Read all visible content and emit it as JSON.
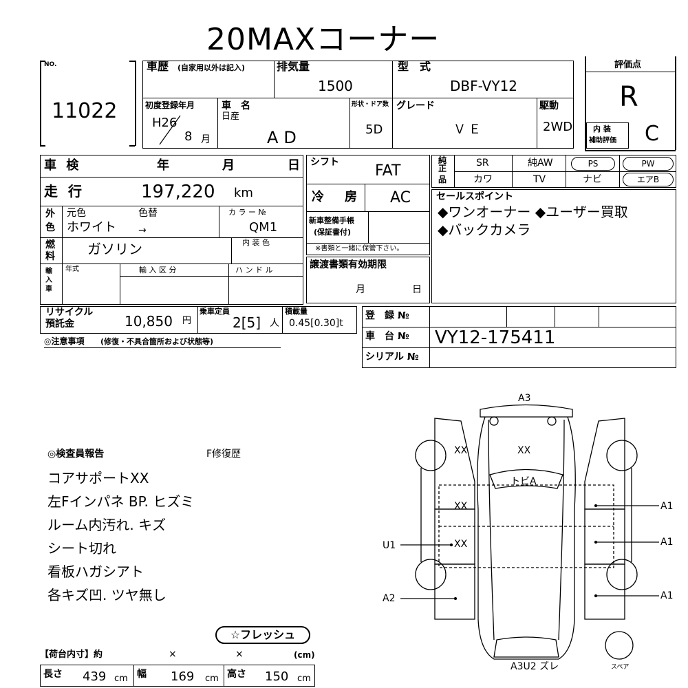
{
  "title": "20MAXコーナー",
  "lot": {
    "no_label": "NO.",
    "number": "11022"
  },
  "history": {
    "label": "車歴",
    "note": "(自家用以外は記入)"
  },
  "displacement": {
    "label": "排気量",
    "value": "1500"
  },
  "model": {
    "label": "型　式",
    "value": "DBF-VY12"
  },
  "score": {
    "label": "評価点",
    "value": "R",
    "interior_label_1": "内 装",
    "interior_label_2": "補助評価",
    "interior_value": "C"
  },
  "first_reg": {
    "label": "初度登録年月",
    "year": "H26",
    "month": "8",
    "month_unit": "月"
  },
  "car_name": {
    "label": "車　名",
    "maker": "日産",
    "value": "AD"
  },
  "body": {
    "label": "形状・ドア数",
    "value": "5D"
  },
  "grade": {
    "label": "グレード",
    "value": "ＶＥ"
  },
  "drive": {
    "label": "駆動",
    "value": "2WD"
  },
  "inspection": {
    "label": "車 検",
    "year": "年",
    "month": "月",
    "day": "日"
  },
  "mileage": {
    "label": "走 行",
    "value": "197,220",
    "unit": "km"
  },
  "color": {
    "label1": "外",
    "label2": "色",
    "orig_label": "元色",
    "change_label": "色替",
    "orig_value": "ホワイト",
    "arrow": "→",
    "code_label": "カ ラ ー №",
    "code_value": "QM1"
  },
  "fuel": {
    "label1": "燃",
    "label2": "料",
    "value": "ガソリン",
    "interior_label": "内 装 色"
  },
  "import": {
    "label": "輸入車",
    "year_label": "年式",
    "category_label": "輸 入 区 分",
    "handle_label": "ハ ン ド ル"
  },
  "recycle": {
    "label1": "リサイクル",
    "label2": "預託金",
    "value": "10,850",
    "unit": "円"
  },
  "capacity": {
    "label": "乗車定員",
    "value": "2[5]",
    "unit": "人"
  },
  "load": {
    "label": "積載量",
    "value": "0.45[0.30]t"
  },
  "shift": {
    "label": "シフト",
    "value": "FAT"
  },
  "ac": {
    "label": "冷　房",
    "value": "AC"
  },
  "newcar_manual": {
    "label1": "新車整備手帳",
    "label2": "(保証書付)",
    "note": "※書類と一緒に保管下さい。"
  },
  "transfer_docs": {
    "label": "譲渡書類有効期限",
    "month": "月",
    "day": "日"
  },
  "equipment": {
    "label_top": "純正",
    "label_bottom": "品",
    "row1": [
      "SR",
      "純AW",
      "PS",
      "PW"
    ],
    "row2": [
      "カワ",
      "TV",
      "ナビ",
      "エアB"
    ]
  },
  "sales_points": {
    "label": "セールスポイント",
    "line1": "◆ワンオーナー ◆ユーザー買取",
    "line2": "◆バックカメラ"
  },
  "cautions": {
    "label": "◎注意事項",
    "note": "(修復・不具合箇所および状態等)"
  },
  "registration": {
    "reg_label": "登　録 №",
    "chassis_label": "車　台 №",
    "chassis_value": "VY12-175411",
    "serial_label": "シリアル №"
  },
  "inspector": {
    "label": "◎検査員報告",
    "repair": "F修復歴",
    "lines": [
      "コアサポートXX",
      "左Fインパネ BP. ヒズミ",
      "ルーム内汚れ. キズ",
      "シート切れ",
      "看板ハガシアト",
      "各キズ凹. ツヤ無し"
    ]
  },
  "fresh": "☆フレッシュ",
  "cargo": {
    "label": "【荷台内寸】約",
    "x1": "×",
    "x2": "×",
    "unit_label": "(cm)",
    "length_label": "長さ",
    "length": "439",
    "width_label": "幅",
    "width": "169",
    "height_label": "高さ",
    "height": "150",
    "unit": "cm"
  },
  "diagram": {
    "top": "A3",
    "front_xx_left": "XX",
    "front_xx_center": "XX",
    "windshield": "トビA",
    "mid_xx": "XX",
    "low_xx": "XX",
    "right_1": "A1",
    "right_2": "A1",
    "right_3": "A1",
    "left_u1": "U1",
    "left_a2": "A2",
    "bottom": "A3U2 ズレ",
    "spare": "スペア"
  }
}
